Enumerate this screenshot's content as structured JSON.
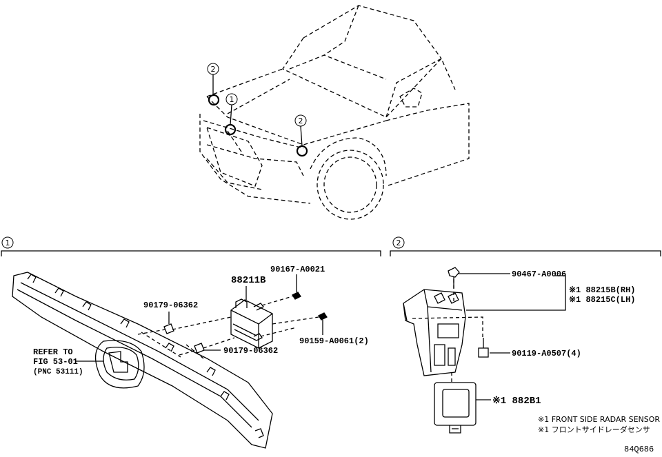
{
  "callouts": {
    "c1": "1",
    "c2": "2"
  },
  "sections": {
    "left": {
      "number": "1"
    },
    "right": {
      "number": "2"
    }
  },
  "parts_left": {
    "main_part": "88211B",
    "bolt_top": "90167-A0021",
    "nut_left": "90179-06362",
    "nut_bottom": "90179-06362",
    "bolt_right": "90159-A0061(2)",
    "refer_line1": "REFER TO",
    "refer_line2": "FIG 53-01",
    "refer_line3": "(PNC 53111)"
  },
  "parts_right": {
    "clip": "90467-A0006",
    "bracket_rh": "※1 88215B(RH)",
    "bracket_lh": "※1 88215C(LH)",
    "bolt": "90119-A0507(4)",
    "sensor": "※1 882B1"
  },
  "notes": {
    "note_en": "※1 FRONT SIDE RADAR SENSOR",
    "note_jp": "※1 フロントサイドレーダセンサ"
  },
  "figure_id": "84Q686"
}
